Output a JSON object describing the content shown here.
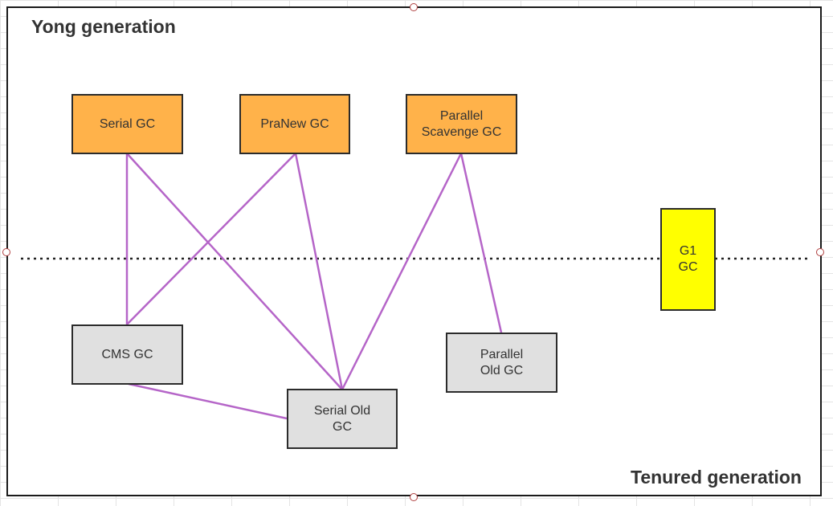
{
  "diagram": {
    "young_title": "Yong generation",
    "tenured_title": "Tenured generation",
    "nodes": {
      "serial_gc": "Serial GC",
      "pranew_gc": "PraNew GC",
      "parallel_scavenge_gc": "Parallel\nScavenge GC",
      "cms_gc": "CMS GC",
      "serial_old_gc": "Serial Old\nGC",
      "parallel_old_gc": "Parallel\nOld  GC",
      "g1_gc": "G1\nGC"
    },
    "colors": {
      "young_fill": "#ffb24a",
      "old_fill": "#e0e0e0",
      "g1_fill": "#ffff00",
      "connector": "#b565c8",
      "border": "#2b2b2b"
    },
    "connections": [
      [
        "serial_gc",
        "cms_gc"
      ],
      [
        "serial_gc",
        "serial_old_gc"
      ],
      [
        "pranew_gc",
        "cms_gc"
      ],
      [
        "pranew_gc",
        "serial_old_gc"
      ],
      [
        "parallel_scavenge_gc",
        "serial_old_gc"
      ],
      [
        "parallel_scavenge_gc",
        "parallel_old_gc"
      ],
      [
        "cms_gc",
        "serial_old_gc"
      ]
    ]
  }
}
